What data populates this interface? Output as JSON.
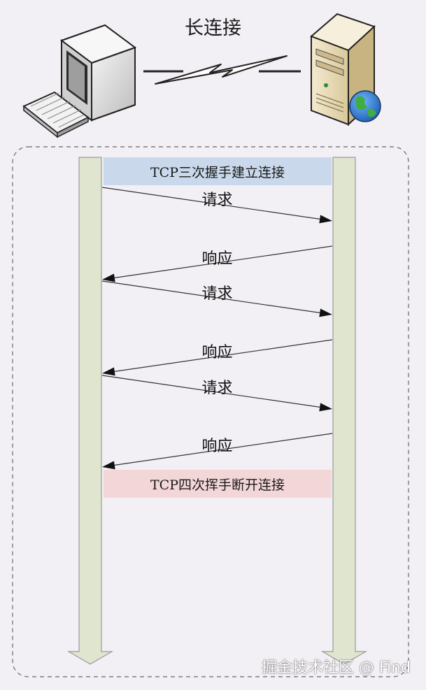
{
  "title": "长连接",
  "bands": {
    "top": "TCP三次握手建立连接",
    "bottom": "TCP四次挥手断开连接"
  },
  "messages": [
    {
      "label": "请求",
      "direction": "client-to-server"
    },
    {
      "label": "响应",
      "direction": "server-to-client"
    },
    {
      "label": "请求",
      "direction": "client-to-server"
    },
    {
      "label": "响应",
      "direction": "server-to-client"
    },
    {
      "label": "请求",
      "direction": "client-to-server"
    },
    {
      "label": "响应",
      "direction": "server-to-client"
    }
  ],
  "icons": {
    "client": "desktop-computer-icon",
    "server": "server-globe-icon",
    "link": "lightning-link-icon"
  },
  "colors": {
    "lifeline": "#dfe5cf",
    "top_band": "#c9d8ea",
    "bottom_band": "#f3d6d7"
  },
  "watermark": "掘金技术社区 @ Find"
}
